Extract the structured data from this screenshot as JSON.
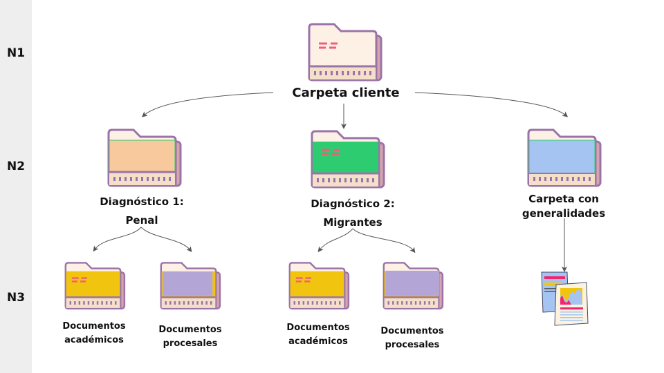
{
  "levels": [
    {
      "id": "n1",
      "label": "N1"
    },
    {
      "id": "n2",
      "label": "N2"
    },
    {
      "id": "n3",
      "label": "N3"
    }
  ],
  "root": {
    "label": "Carpeta cliente",
    "icon": "folder-icon",
    "color": "#fcebd8"
  },
  "level2": [
    {
      "line1": "Diagnóstico 1:",
      "line2": "Penal",
      "icon": "folder-icon",
      "color": "#f8c99c"
    },
    {
      "line1": "Diagnóstico 2:",
      "line2": "Migrantes",
      "icon": "folder-icon",
      "color": "#2ecc71"
    },
    {
      "line1": "Carpeta con",
      "line2": "generalidades",
      "icon": "folder-icon",
      "color": "#a5c4f2"
    }
  ],
  "level3": [
    {
      "line1": "Documentos",
      "line2": "académicos",
      "icon": "folder-icon",
      "color": "#f1c40f"
    },
    {
      "line1": "Documentos",
      "line2": "procesales",
      "icon": "folder-icon",
      "color": "#b3a6d6"
    },
    {
      "line1": "Documentos",
      "line2": "académicos",
      "icon": "folder-icon",
      "color": "#f1c40f"
    },
    {
      "line1": "Documentos",
      "line2": "procesales",
      "icon": "folder-icon",
      "color": "#b3a6d6"
    }
  ],
  "documents": {
    "icon": "documents-icon"
  },
  "colors": {
    "outline": "#9b73a8",
    "back": "#d4a5ad",
    "paper": "#fdf1e6",
    "strip": "#f4e0c8",
    "dash": "#f25c7a",
    "line": "#555555",
    "sidebar": "#eeeeee"
  }
}
